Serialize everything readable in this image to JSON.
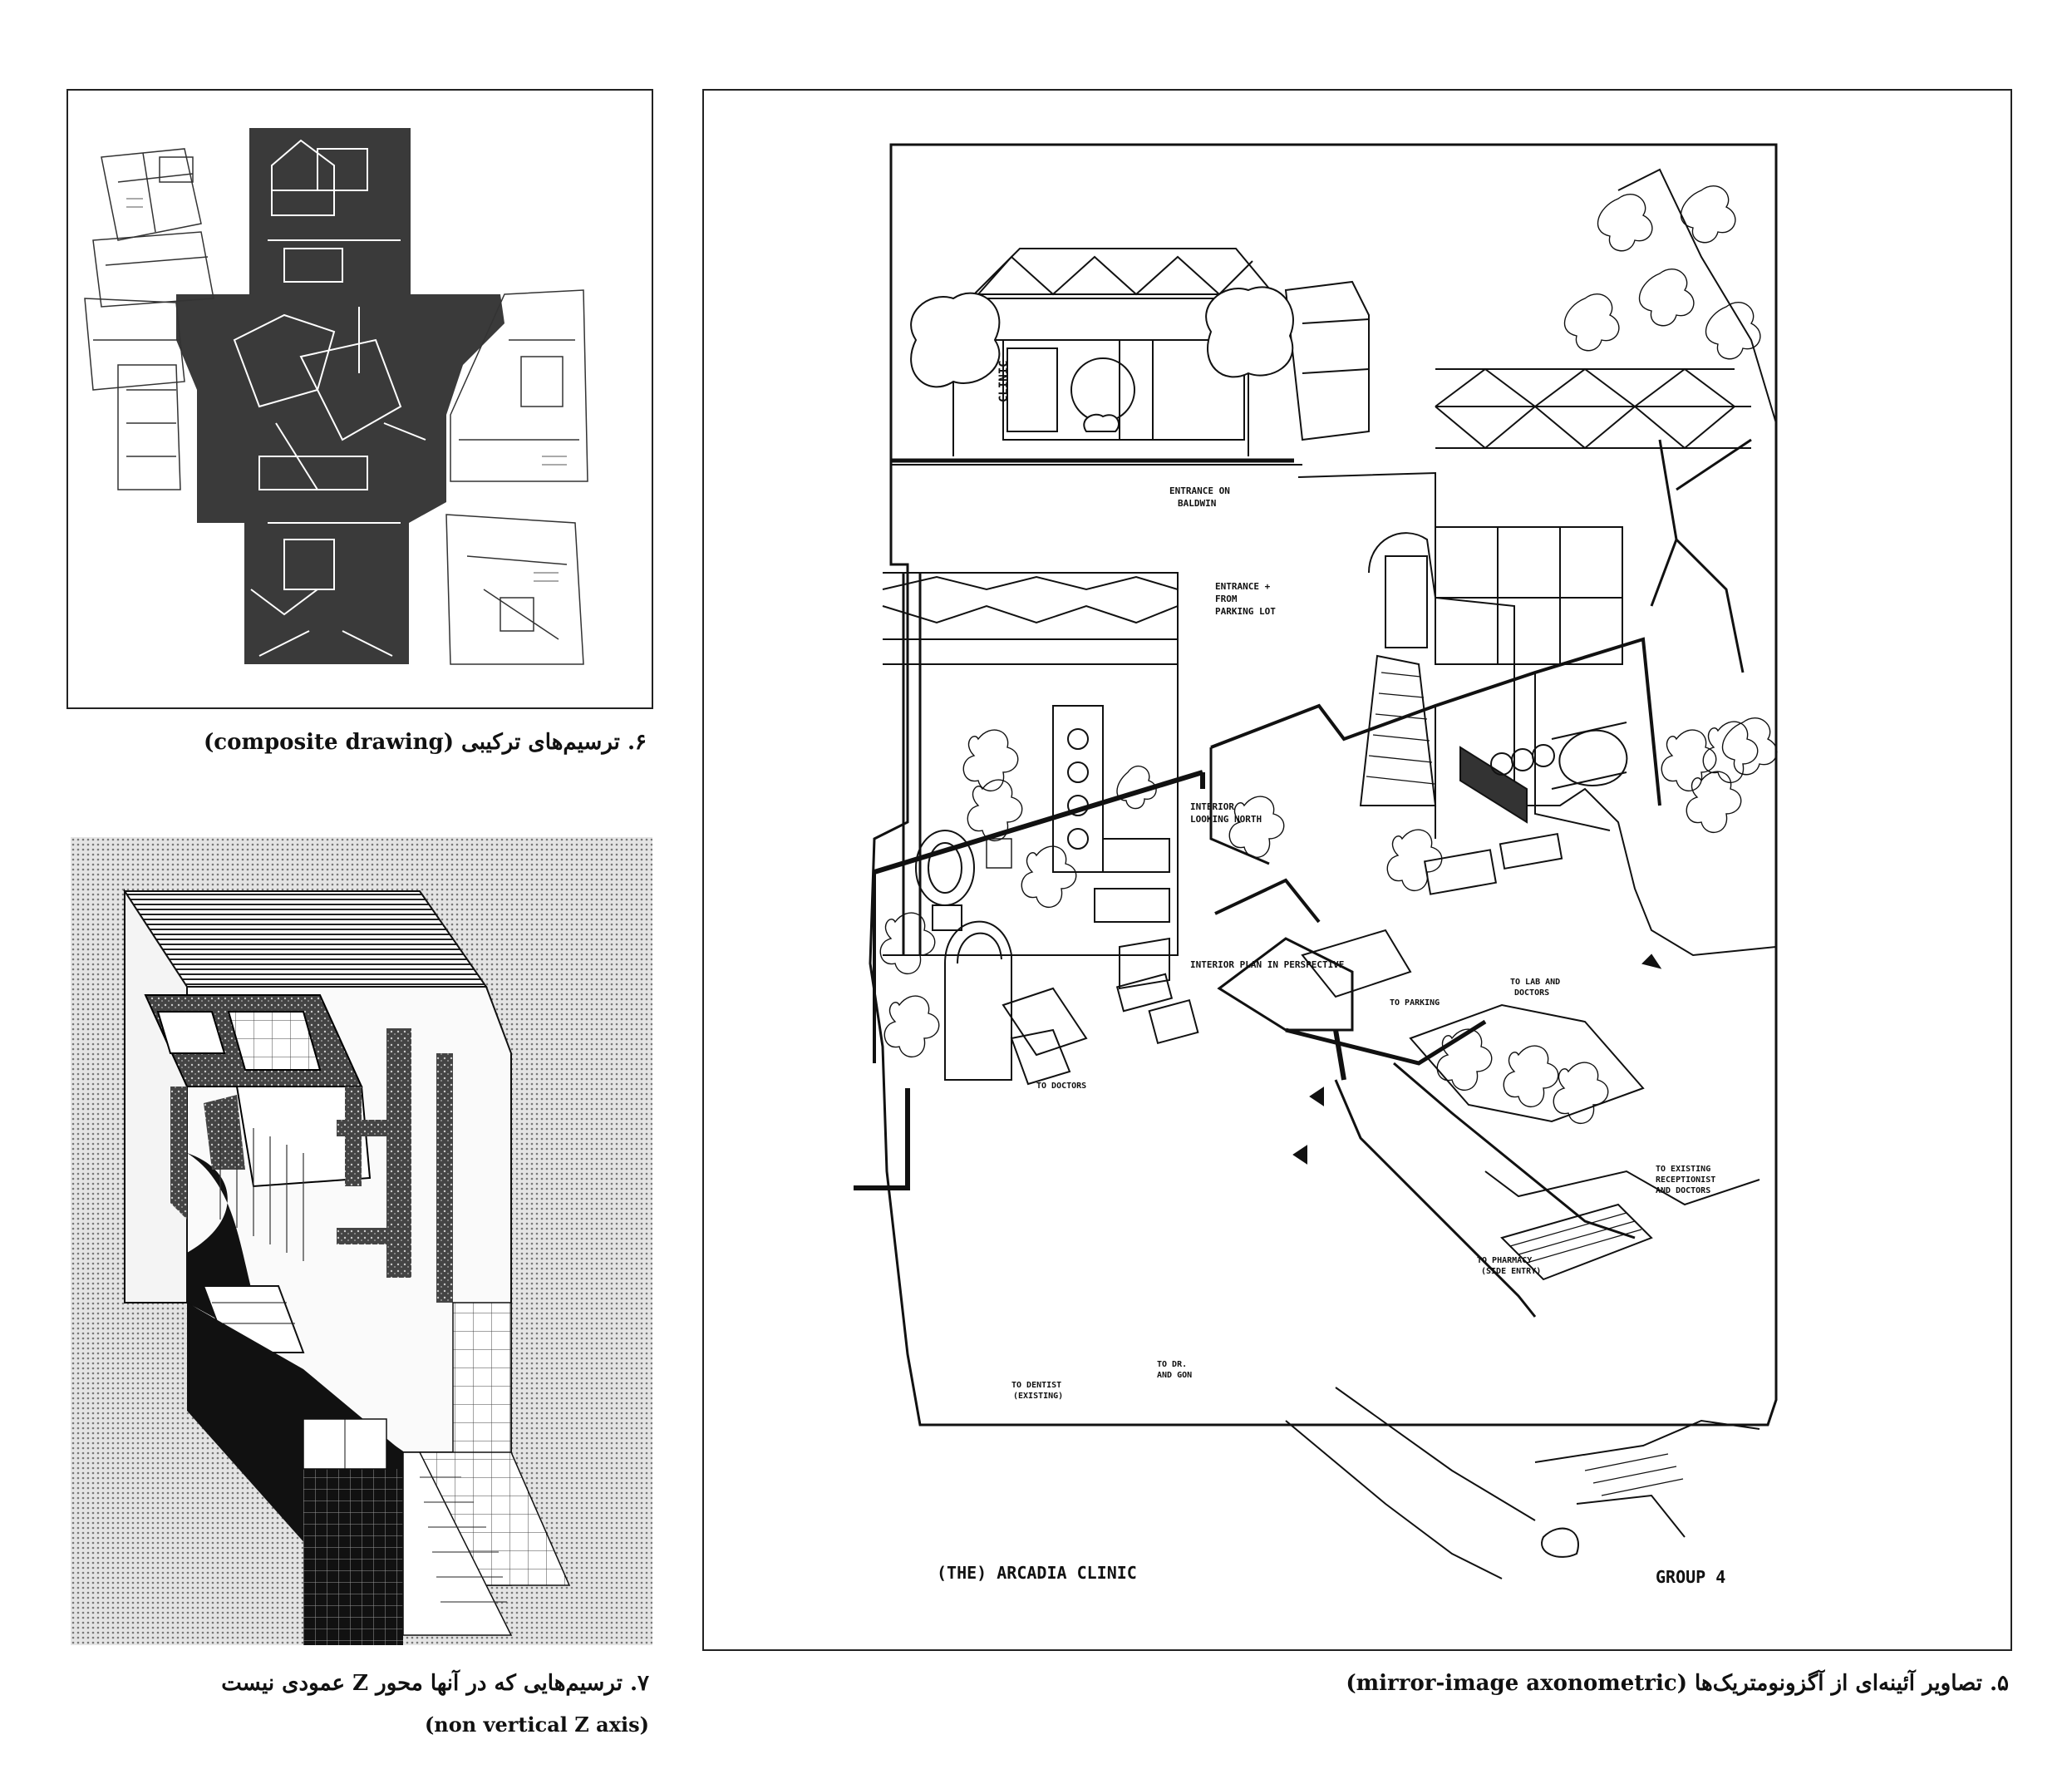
{
  "figures": {
    "fig6": {
      "caption": "۶. ترسیم‌های ترکیبی (composite drawing)"
    },
    "fig7": {
      "caption": "۷. ترسیم‌هایی که در آنها محور Z عمودی نیست",
      "caption_en": "(non vertical Z axis)"
    },
    "fig5": {
      "caption": "۵. تصاویر آئینه‌ای از آگزونومتریک‌ها (mirror-image axonometric)",
      "labels": {
        "entrance_baldwin_1": "ENTRANCE ON",
        "entrance_baldwin_2": "BALDWIN",
        "entrance_parking_1": "ENTRANCE +",
        "entrance_parking_2": "FROM",
        "entrance_parking_3": "PARKING LOT",
        "interior_north_1": "INTERIOR",
        "interior_north_2": "LOOKING NORTH",
        "interior_plan": "INTERIOR PLAN IN PERSPECTIVE",
        "to_lab_1": "TO LAB AND",
        "to_lab_2": "DOCTORS",
        "to_parking": "TO PARKING",
        "to_doctors": "TO DOCTORS",
        "to_existing_1": "TO EXISTING",
        "to_existing_2": "RECEPTIONIST",
        "to_existing_3": "AND DOCTORS",
        "to_pharmacy_1": "TO PHARMACY",
        "to_pharmacy_2": "(SIDE ENTRY)",
        "to_dentist_1": "TO DENTIST",
        "to_dentist_2": "(EXISTING)",
        "to_dr_1": "TO DR.",
        "to_dr_2": "AND GON",
        "clinic_title": "(THE) ARCADIA CLINIC",
        "group_label": "GROUP 4"
      }
    }
  }
}
